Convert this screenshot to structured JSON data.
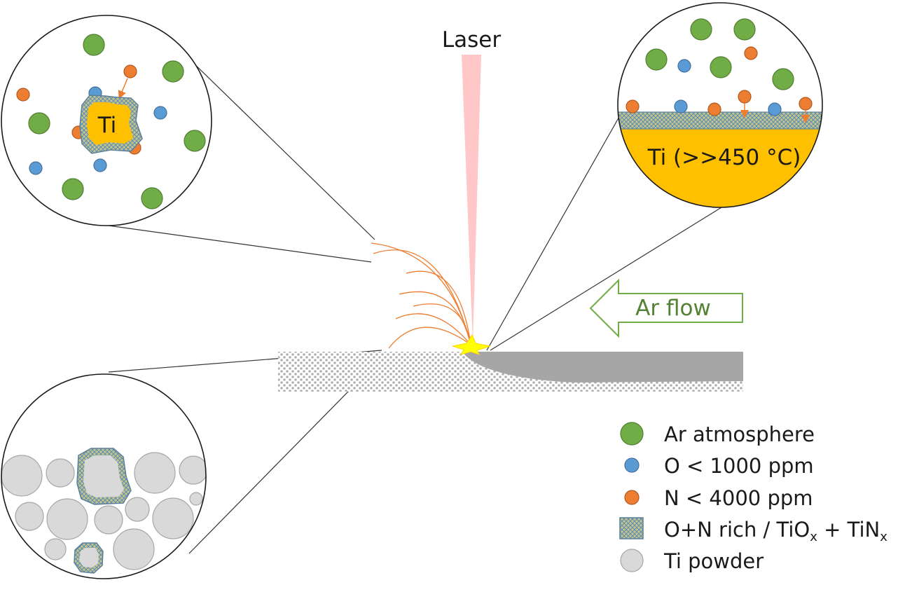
{
  "labels": {
    "laser": "Laser",
    "ar_flow": "Ar flow",
    "ti_particle": "Ti",
    "ti_hot": "Ti (>>450 °C)"
  },
  "legend": {
    "ar": "Ar atmosphere",
    "o": "O < 1000 ppm",
    "n": "N < 4000 ppm",
    "oxide_main": "O+N rich / TiO",
    "oxide_sub1": "x",
    "oxide_plus": " + TiN",
    "oxide_sub2": "x",
    "powder": "Ti powder"
  },
  "colors": {
    "argon": "#70ad47",
    "argon_stroke": "#507e32",
    "oxygen": "#5b9bd5",
    "oxygen_stroke": "#41719c",
    "nitrogen": "#ed7d31",
    "nitrogen_stroke": "#ae5a21",
    "titanium": "#ffc000",
    "oxide_layer": "#9aa89a",
    "powder": "#d9d9d9",
    "powder_stroke": "#a6a6a6",
    "laser": "#ffc7c7",
    "melt": "#a6a6a6",
    "flow_outline": "#70ad47",
    "flow_text": "#548235",
    "spark": "#ffff00"
  }
}
